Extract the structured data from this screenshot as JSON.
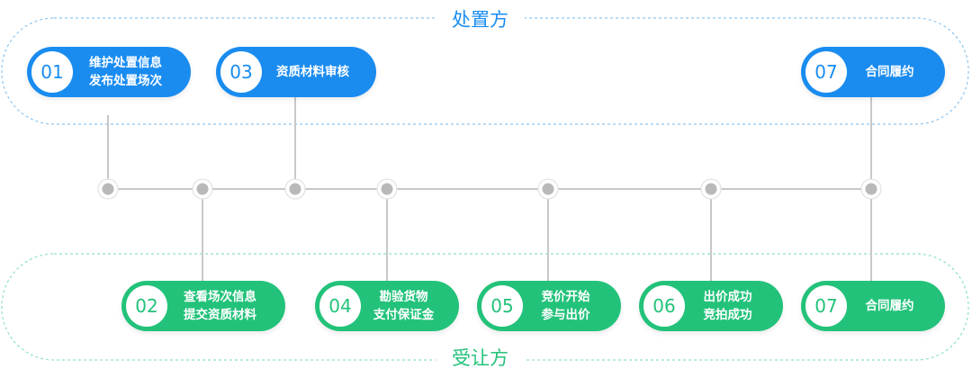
{
  "colors": {
    "top_accent": "#1a8cf0",
    "bottom_accent": "#23c27a",
    "top_border": "#8cc6f2",
    "bottom_border": "#8fe0c6",
    "node_fill": "#b9b9b9",
    "line": "#c8c8c8"
  },
  "top_region": {
    "label": "处置方"
  },
  "bottom_region": {
    "label": "受让方"
  },
  "top_steps": [
    {
      "num": "01",
      "lines": [
        "维护处置信息",
        "发布处置场次"
      ]
    },
    {
      "num": "03",
      "lines": [
        "资质材料审核"
      ]
    },
    {
      "num": "07",
      "lines": [
        "合同履约"
      ]
    }
  ],
  "bottom_steps": [
    {
      "num": "02",
      "lines": [
        "查看场次信息",
        "提交资质材料"
      ]
    },
    {
      "num": "04",
      "lines": [
        "勘验货物",
        "支付保证金"
      ]
    },
    {
      "num": "05",
      "lines": [
        "竞价开始",
        "参与出价"
      ]
    },
    {
      "num": "06",
      "lines": [
        "出价成功",
        "竞拍成功"
      ]
    },
    {
      "num": "07",
      "lines": [
        "合同履约"
      ]
    }
  ]
}
